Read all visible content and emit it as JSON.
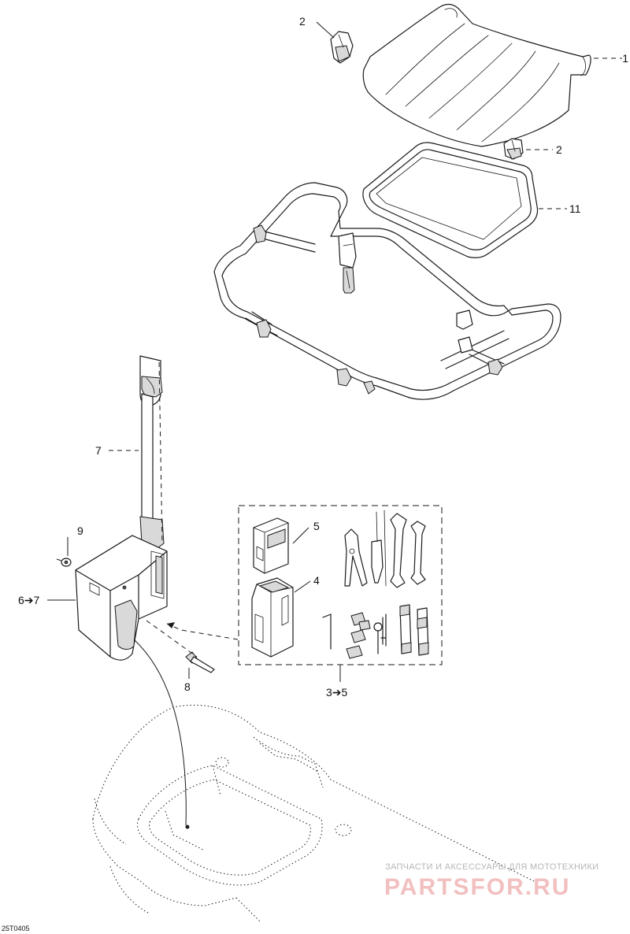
{
  "callouts": {
    "c1": "1",
    "c2a": "2",
    "c2b": "2",
    "c11": "11",
    "c7": "7",
    "c9": "9",
    "c67": "6➔7",
    "c5": "5",
    "c4": "4",
    "c35": "3➔5",
    "c8": "8"
  },
  "figure_code": "25T0405",
  "watermark": {
    "top": "ЗАПЧАСТИ И АКСЕССУАРЫ ДЛЯ МОТОТЕХНИКИ",
    "logo": "PARTSFOR.RU"
  }
}
